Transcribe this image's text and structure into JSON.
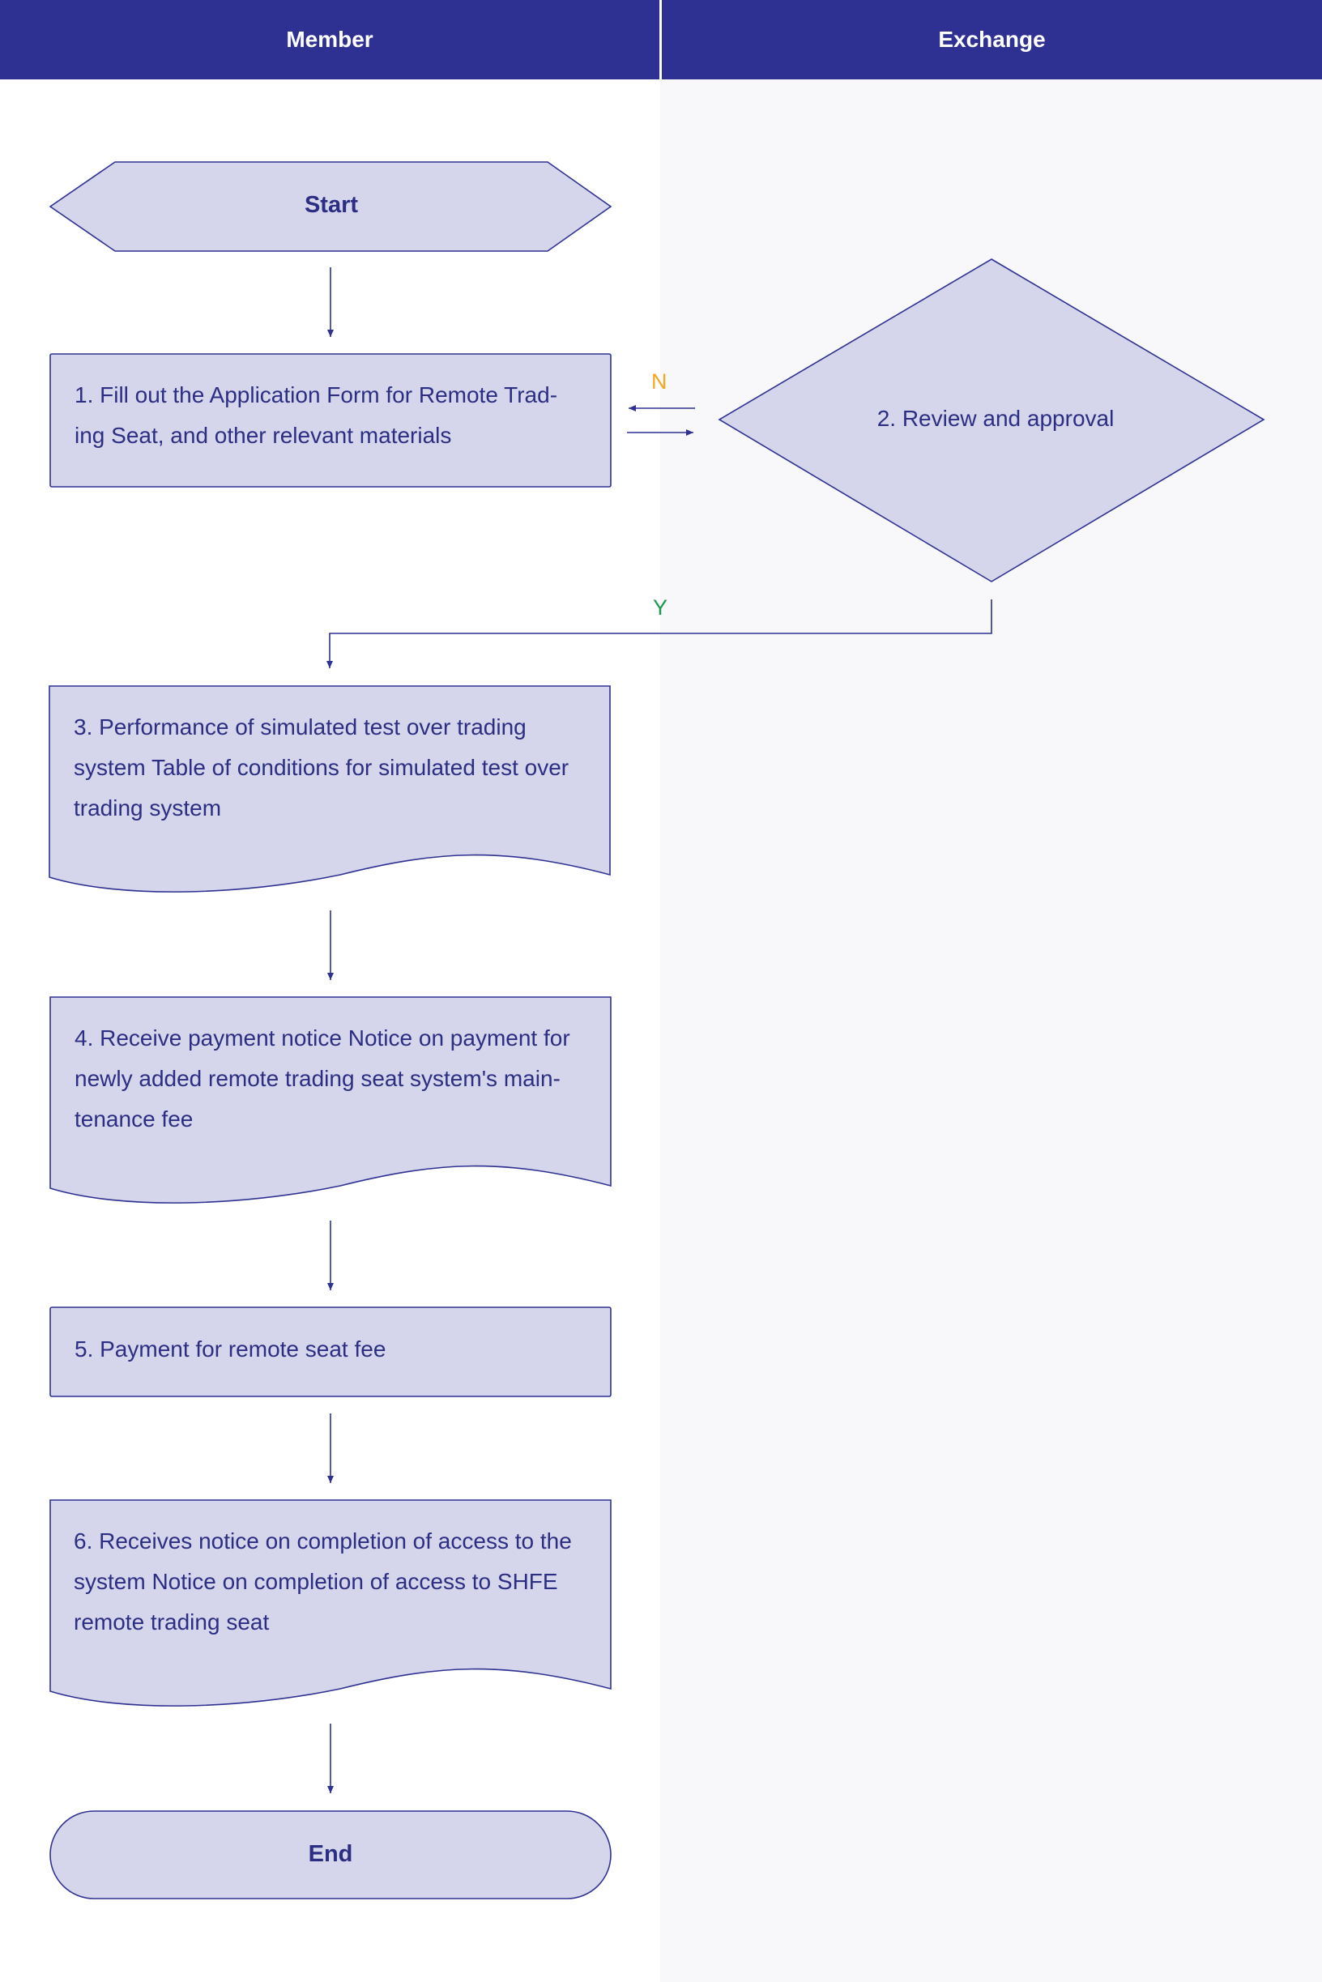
{
  "lanes": {
    "member": "Member",
    "exchange": "Exchange"
  },
  "nodes": {
    "start": "Start",
    "step1": "1. Fill out the Application Form for Remote Trad-ing Seat, and other relevant materials",
    "step2": "2. Review and approval",
    "step3": "3. Performance of simulated test over trading system Table of conditions for simulated test over trading system",
    "step4": "4. Receive payment notice Notice on payment for newly added remote trading seat system's main-tenance fee",
    "step5": "5. Payment for remote seat fee",
    "step6": "6. Receives notice on completion of access to the system Notice on completion of access to SHFE remote trading seat",
    "end": "End"
  },
  "edge_labels": {
    "no": "N",
    "yes": "Y"
  },
  "colors": {
    "header_bg": "#2e3192",
    "shape_fill": "#d5d6eb",
    "shape_stroke": "#2e3192",
    "text": "#2b2e82",
    "no_label": "#f5a623",
    "yes_label": "#1a9a4a",
    "exchange_lane_bg": "#f8f8fa"
  }
}
